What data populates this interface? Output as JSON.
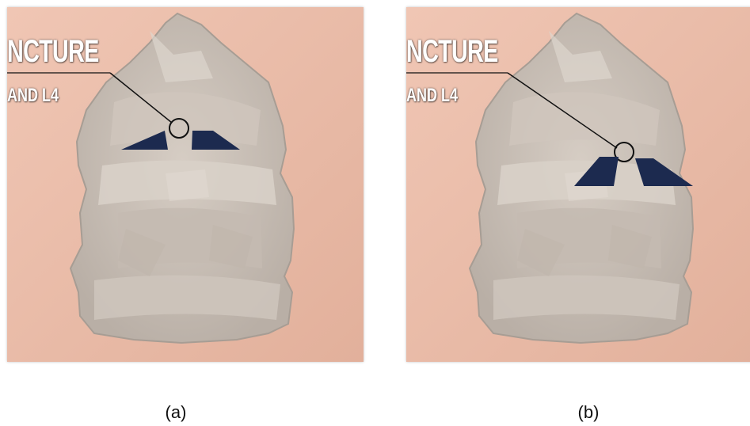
{
  "panels": [
    {
      "id": "a",
      "overlay_title": "NCTURE",
      "overlay_subtitle": "AND L4",
      "caption": "(a)"
    },
    {
      "id": "b",
      "overlay_title": "NCTURE",
      "overlay_subtitle": "AND L4",
      "caption": "(b)"
    }
  ],
  "colors": {
    "background_skin": "#e8b9a6",
    "model_gray": "#c9bfb6",
    "marker_navy": "#1c2a4f",
    "circle_line": "#111111"
  }
}
